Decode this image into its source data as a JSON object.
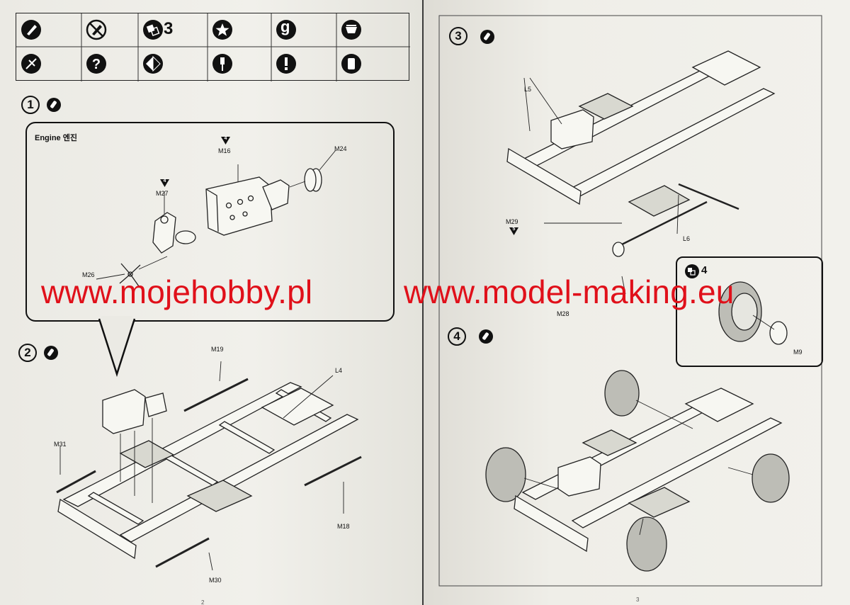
{
  "left_page": {
    "steps": [
      {
        "number": "1",
        "subassembly_title": "Engine 엔진"
      },
      {
        "number": "2"
      }
    ],
    "legend": {
      "repeat_count": "3",
      "glue_letter": "g"
    },
    "part_labels": {
      "m24": "M24",
      "m16": "M16",
      "m27": "M27",
      "m26": "M26",
      "m19": "M19",
      "l4": "L4",
      "m31": "M31",
      "m18": "M18",
      "m30": "M30"
    },
    "callout_counts": {
      "m16": "4",
      "m27": "4"
    },
    "page_number": "2"
  },
  "right_page": {
    "steps": [
      {
        "number": "3"
      },
      {
        "number": "4"
      }
    ],
    "part_labels": {
      "l5": "L5",
      "m29": "M29",
      "l6": "L6",
      "m28": "M28",
      "m9": "M9"
    },
    "callout_counts": {
      "m29": "5",
      "inset": "4"
    },
    "page_number": "3"
  },
  "watermark": {
    "left": "www.mojehobby.pl",
    "right": "www.model-making.eu",
    "color": "#e0101a"
  }
}
